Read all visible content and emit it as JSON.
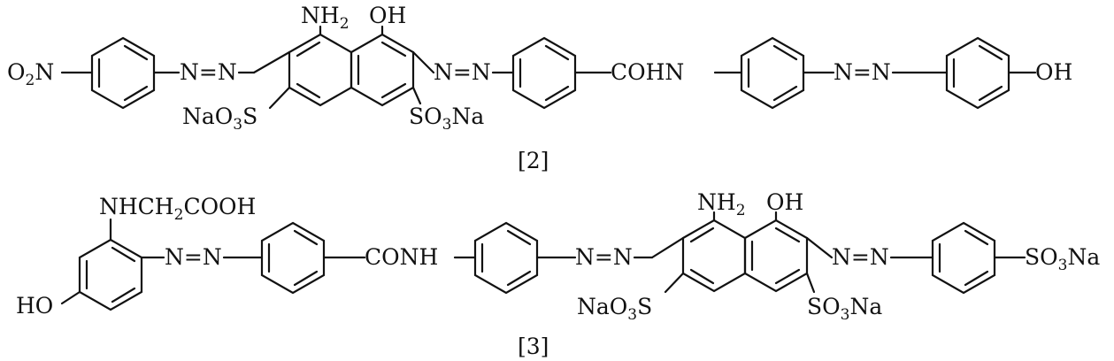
{
  "compounds": [
    {
      "number": "[2]",
      "labels": {
        "nitro": [
          "O",
          "2",
          "N"
        ],
        "azo1": "N=N",
        "nh2": [
          "NH",
          "2"
        ],
        "oh": "OH",
        "azo2": "N=N",
        "sulfo_left": [
          "NaO",
          "3",
          "S"
        ],
        "sulfo_right": [
          "SO",
          "3",
          "Na"
        ],
        "amide": "COHN",
        "azo3": "N=N",
        "oh_end": "OH"
      }
    },
    {
      "number": "[3]",
      "labels": {
        "side_chain": [
          "NHCH",
          "2",
          "COOH"
        ],
        "ho": "HO",
        "azo1": "N=N",
        "amide": "CONH",
        "azo2": "N=N",
        "nh2": [
          "NH",
          "2"
        ],
        "oh": "OH",
        "azo3": "N=N",
        "sulfo_left": [
          "NaO",
          "3",
          "S"
        ],
        "sulfo_right": [
          "SO",
          "3",
          "Na"
        ],
        "sulfo_end": [
          "SO",
          "3",
          "Na"
        ]
      }
    }
  ]
}
